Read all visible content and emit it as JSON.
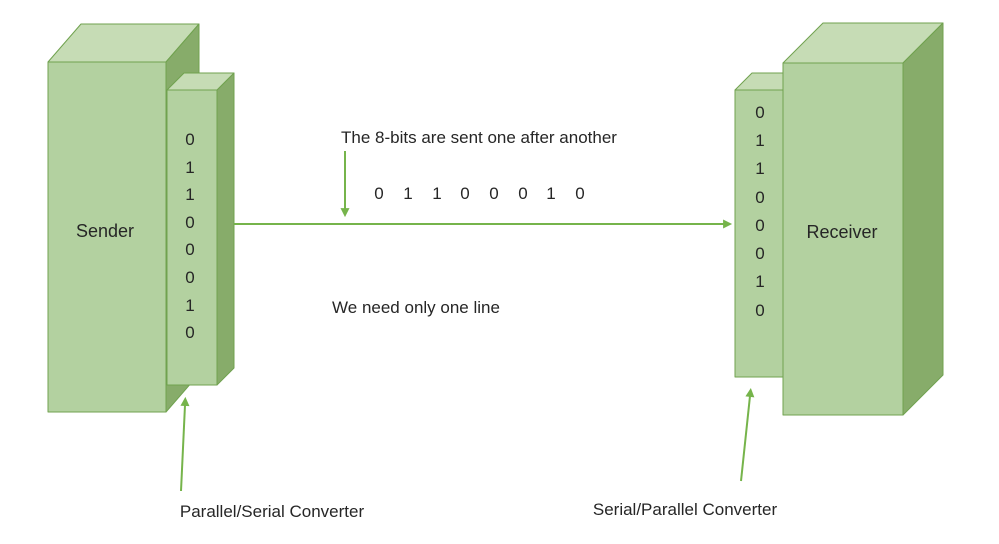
{
  "diagram": {
    "title_meaning": "Serial transmission between sender and receiver",
    "sender": {
      "label": "Sender",
      "bits": [
        "0",
        "1",
        "1",
        "0",
        "0",
        "0",
        "1",
        "0"
      ]
    },
    "receiver": {
      "label": "Receiver",
      "bits": [
        "0",
        "1",
        "1",
        "0",
        "0",
        "0",
        "1",
        "0"
      ]
    },
    "serial_bits": [
      "0",
      "1",
      "1",
      "0",
      "0",
      "0",
      "1",
      "0"
    ],
    "captions": {
      "top": "The 8-bits are sent one after another",
      "middle": "We need only one line",
      "left_converter": "Parallel/Serial Converter",
      "right_converter": "Serial/Parallel Converter"
    },
    "colors": {
      "box_front": "#b3d1a0",
      "box_top": "#c6dcb5",
      "box_side": "#87ac6a",
      "box_border": "#70a24f",
      "arrow": "#76b44b",
      "text": "#262626"
    }
  }
}
